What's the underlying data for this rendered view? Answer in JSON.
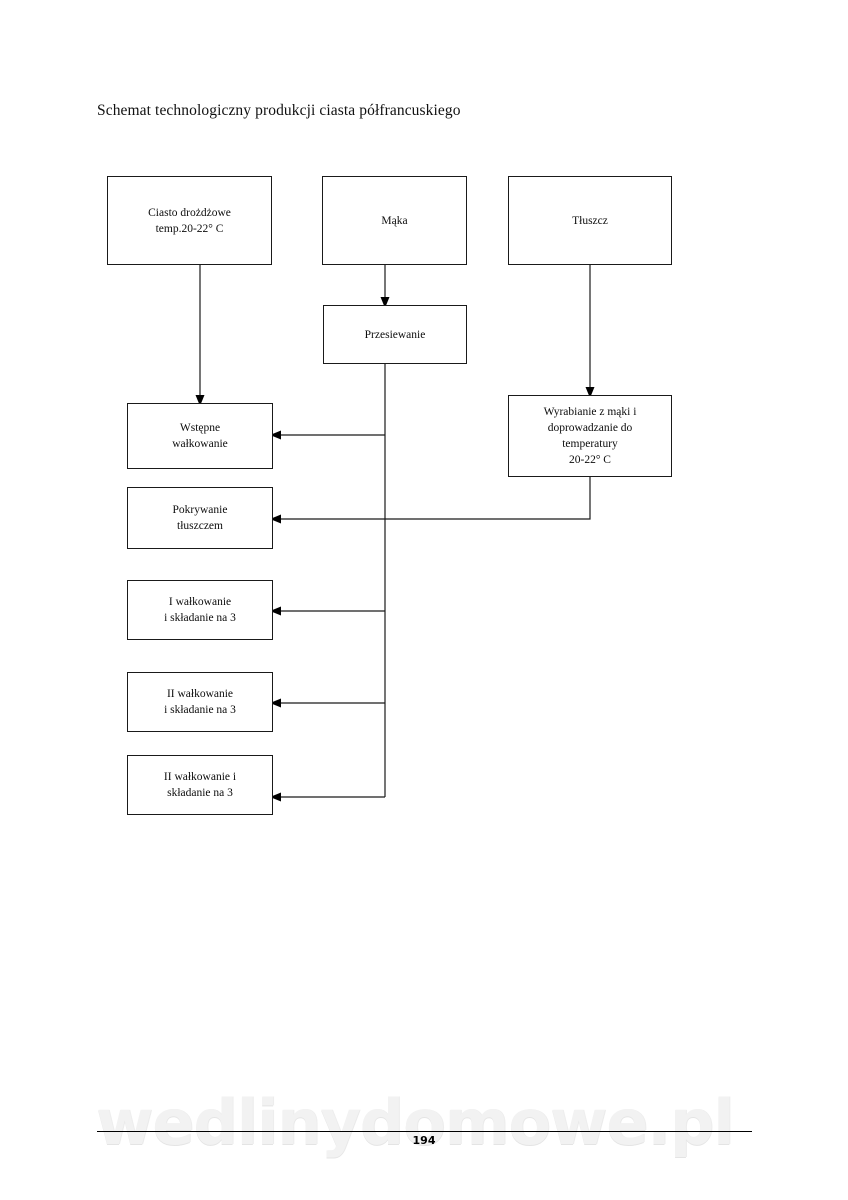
{
  "document": {
    "title": "Schemat technologiczny produkcji ciasta półfrancuskiego",
    "page_number": "194",
    "watermark": "wedlinydomowe.pl"
  },
  "diagram": {
    "type": "flowchart",
    "nodes": [
      {
        "id": "dough",
        "label": "Ciasto drożdżowe\ntemp.20-22° C"
      },
      {
        "id": "flour",
        "label": "Mąka"
      },
      {
        "id": "fat",
        "label": "Tłuszcz"
      },
      {
        "id": "sieving",
        "label": "Przesiewanie"
      },
      {
        "id": "kneading",
        "label": "Wyrabianie z mąki i\ndoprowadzanie do\ntemperatury\n20-22° C"
      },
      {
        "id": "prelim",
        "label": "Wstępne\nwałkowanie"
      },
      {
        "id": "coating",
        "label": "Pokrywanie\ntłuszczem"
      },
      {
        "id": "roll1",
        "label": "I wałkowanie\ni składanie na 3"
      },
      {
        "id": "roll2",
        "label": "II wałkowanie\ni składanie na 3"
      },
      {
        "id": "roll3",
        "label": "II wałkowanie i\nskładanie na 3"
      }
    ],
    "edges": [
      {
        "from": "dough",
        "to": "prelim"
      },
      {
        "from": "flour",
        "to": "sieving"
      },
      {
        "from": "fat",
        "to": "kneading"
      },
      {
        "from": "sieving",
        "to": "prelim"
      },
      {
        "from": "sieving",
        "to": "roll1"
      },
      {
        "from": "sieving",
        "to": "roll2"
      },
      {
        "from": "sieving",
        "to": "roll3"
      },
      {
        "from": "kneading",
        "to": "coating"
      }
    ],
    "colors": {
      "stroke": "#1a1a1a",
      "fill": "#ffffff",
      "text": "#0d0d0d"
    }
  }
}
